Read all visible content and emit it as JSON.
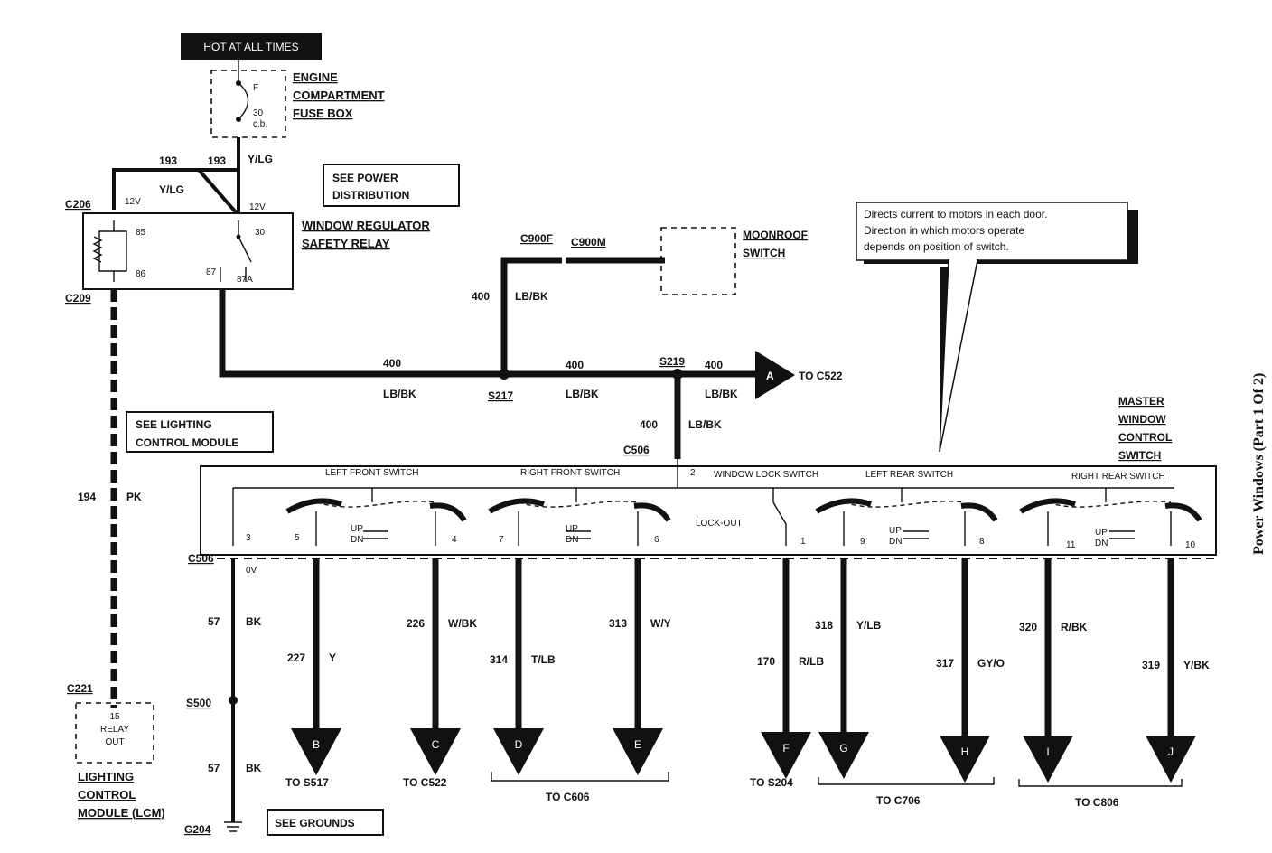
{
  "hot_label": "HOT AT ALL TIMES",
  "fuse_box": {
    "name": "ENGINE COMPARTMENT FUSE BOX",
    "line1": "ENGINE",
    "line2": "COMPARTMENT",
    "line3": "FUSE BOX",
    "fuse_id": "F",
    "rating": "30",
    "type": "c.b."
  },
  "see_power": {
    "line1": "SEE POWER",
    "line2": "DISTRIBUTION"
  },
  "relay": {
    "line1": "WINDOW REGULATOR",
    "line2": "SAFETY RELAY",
    "v_left": "12V",
    "v_right": "12V",
    "pins": [
      "85",
      "86",
      "87",
      "30",
      "87A"
    ]
  },
  "connectors": {
    "c206": "C206",
    "c209": "C209",
    "c900f": "C900F",
    "c900m": "C900M",
    "s219": "S219",
    "s217": "S217",
    "c506_top": "C506",
    "c506_left": "C506",
    "c221": "C221",
    "s500": "S500",
    "g204": "G204"
  },
  "wires": {
    "w193a": "193",
    "w193b": "193",
    "ylg_a": "Y/LG",
    "ylg_b": "Y/LG",
    "w400_1": "400",
    "lbbk_1": "LB/BK",
    "w400_2": "400",
    "lbbk_2": "LB/BK",
    "w400_3": "400",
    "lbbk_3": "LB/BK",
    "w400_4": "400",
    "lbbk_4": "LB/BK",
    "w400_5": "400",
    "lbbk_5": "LB/BK",
    "w194": "194",
    "pk": "PK",
    "w57a": "57",
    "bka": "BK",
    "w57b": "57",
    "bkb": "BK",
    "ov": "0V"
  },
  "moonroof": {
    "line1": "MOONROOF",
    "line2": "SWITCH"
  },
  "callout": {
    "line1": "Directs current to motors in each door.",
    "line2": "Direction in which motors operate",
    "line3": "depends on position of switch."
  },
  "to_c522_top": "TO C522",
  "arrow_a": "A",
  "master": {
    "line1": "MASTER",
    "line2": "WINDOW",
    "line3": "CONTROL",
    "line4": "SWITCH"
  },
  "see_lighting": {
    "line1": "SEE LIGHTING",
    "line2": "CONTROL MODULE"
  },
  "switch_labels": {
    "lf": "LEFT FRONT SWITCH",
    "rf": "RIGHT FRONT SWITCH",
    "lock": "WINDOW LOCK SWITCH",
    "lr": "LEFT REAR SWITCH",
    "rr": "RIGHT REAR SWITCH",
    "lockout": "LOCK-OUT",
    "up": "UP",
    "dn": "DN"
  },
  "pins": [
    "3",
    "5",
    "4",
    "7",
    "6",
    "2",
    "1",
    "9",
    "8",
    "11",
    "10"
  ],
  "outputs": [
    {
      "wire": "227",
      "color": "Y",
      "letter": "B",
      "dest": "TO S517"
    },
    {
      "wire": "226",
      "color": "W/BK",
      "letter": "C",
      "dest": "TO C522"
    },
    {
      "wire": "314",
      "color": "T/LB",
      "letter": "D",
      "dest": ""
    },
    {
      "wire": "313",
      "color": "W/Y",
      "letter": "E",
      "dest": ""
    },
    {
      "wire": "170",
      "color": "R/LB",
      "letter": "F",
      "dest": "TO S204"
    },
    {
      "wire": "318",
      "color": "Y/LB",
      "letter": "G",
      "dest": ""
    },
    {
      "wire": "317",
      "color": "GY/O",
      "letter": "H",
      "dest": ""
    },
    {
      "wire": "320",
      "color": "R/BK",
      "letter": "I",
      "dest": ""
    },
    {
      "wire": "319",
      "color": "Y/BK",
      "letter": "J",
      "dest": ""
    }
  ],
  "group_dest": {
    "de": "TO C606",
    "gh": "TO C706",
    "ij": "TO C806"
  },
  "lcm_box": {
    "line1": "15",
    "line2": "RELAY",
    "line3": "OUT"
  },
  "lcm": {
    "line1": "LIGHTING",
    "line2": "CONTROL",
    "line3": "MODULE (LCM)"
  },
  "see_grounds": "SEE GROUNDS",
  "side_title": "Power Windows (Part 1 Of 2)"
}
